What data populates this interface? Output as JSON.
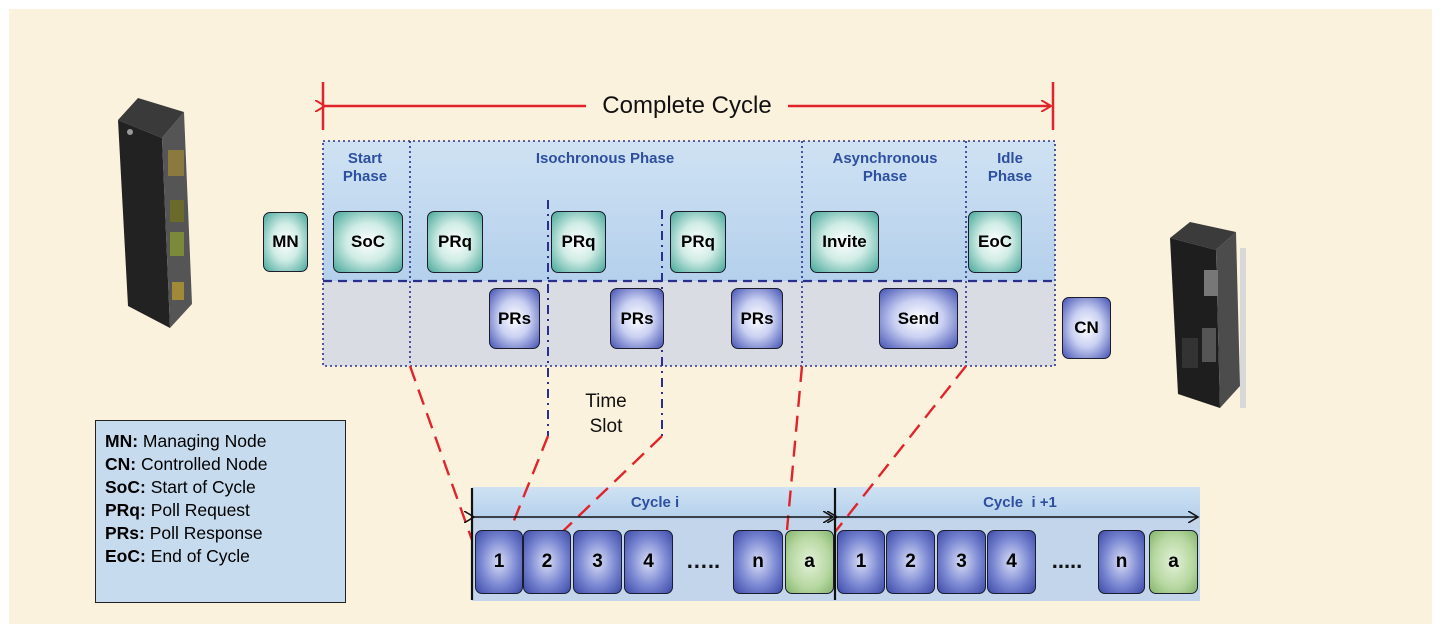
{
  "complete_cycle_label": "Complete Cycle",
  "phases": {
    "start": "Start Phase",
    "isochronous": "Isochronous Phase",
    "asynchronous": "Asynchronous Phase",
    "idle": "Idle Phase"
  },
  "nodes": {
    "mn": "MN",
    "cn": "CN"
  },
  "frames": {
    "soc": "SoC",
    "prq": "PRq",
    "prs": "PRs",
    "invite": "Invite",
    "send": "Send",
    "eoc": "EoC"
  },
  "time_slot_label": [
    "Time",
    "Slot"
  ],
  "cycles": {
    "cycle_i": "Cycle i",
    "cycle_i1": "Cycle  i +1"
  },
  "slots": {
    "one": "1",
    "two": "2",
    "three": "3",
    "four": "4",
    "dots1": "…..",
    "dots2": ".....",
    "n": "n",
    "a": "a"
  },
  "legend": [
    {
      "abbr": "MN:",
      "text": " Managing Node"
    },
    {
      "abbr": "CN:",
      "text": " Controlled Node"
    },
    {
      "abbr": "SoC:",
      "text": " Start of Cycle"
    },
    {
      "abbr": "PRq:",
      "text": " Poll Request"
    },
    {
      "abbr": "PRs:",
      "text": " Poll Response"
    },
    {
      "abbr": "EoC:",
      "text": " End of Cycle"
    }
  ],
  "colors": {
    "background": "#fbf2de",
    "phase_blue": "#b4d0ec",
    "phase_grey": "#d9dde3",
    "accent_red": "#e0242a",
    "dashed_navy": "#2b2f8c",
    "label_blue": "#2e4fa0"
  }
}
